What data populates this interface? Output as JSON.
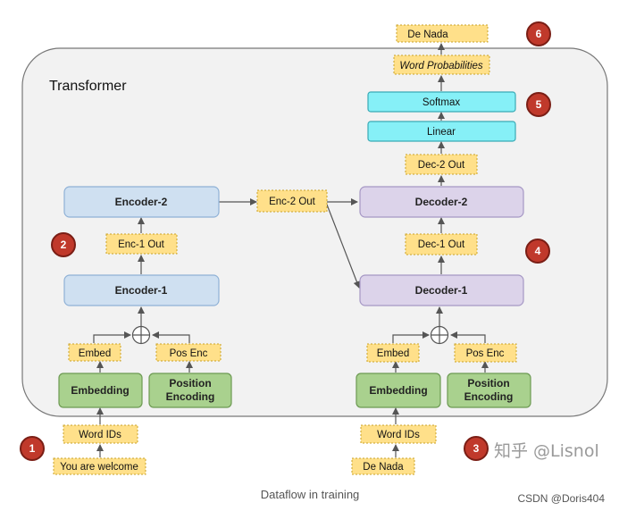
{
  "title": "Transformer",
  "caption": "Dataflow in training",
  "watermark": "知乎 @Lisnol",
  "credit": "CSDN @Doris404",
  "encoder": {
    "encoder2": "Encoder-2",
    "encoder1": "Encoder-1",
    "enc1_out": "Enc-1 Out",
    "embed": "Embed",
    "pos_enc": "Pos Enc",
    "embedding": "Embedding",
    "position_encoding": [
      "Position",
      "Encoding"
    ],
    "word_ids": "Word IDs",
    "input_text": "You are welcome"
  },
  "bridge": {
    "enc2_out": "Enc-2 Out"
  },
  "decoder": {
    "decoder2": "Decoder-2",
    "decoder1": "Decoder-1",
    "dec1_out": "Dec-1 Out",
    "dec2_out": "Dec-2 Out",
    "linear": "Linear",
    "softmax": "Softmax",
    "word_probabilities": "Word Probabilities",
    "output_text": "De Nada",
    "embed": "Embed",
    "pos_enc": "Pos Enc",
    "embedding": "Embedding",
    "position_encoding": [
      "Position",
      "Encoding"
    ],
    "word_ids": "Word IDs",
    "input_text": "De Nada"
  },
  "steps": [
    "1",
    "2",
    "3",
    "4",
    "5",
    "6"
  ],
  "colors": {
    "container_fill": "#f2f2f2",
    "container_stroke": "#777777",
    "encoder_fill": "#cfe0f1",
    "encoder_stroke": "#8fb1d6",
    "decoder_fill": "#dcd3ea",
    "decoder_stroke": "#a597c4",
    "cyan_fill": "#86f0f7",
    "cyan_stroke": "#3aaab5",
    "green_fill": "#a9d18e",
    "green_stroke": "#6d9a53",
    "tag_fill": "#ffe08a",
    "tag_stroke": "#c9a227",
    "step_fill": "#c0392b"
  }
}
